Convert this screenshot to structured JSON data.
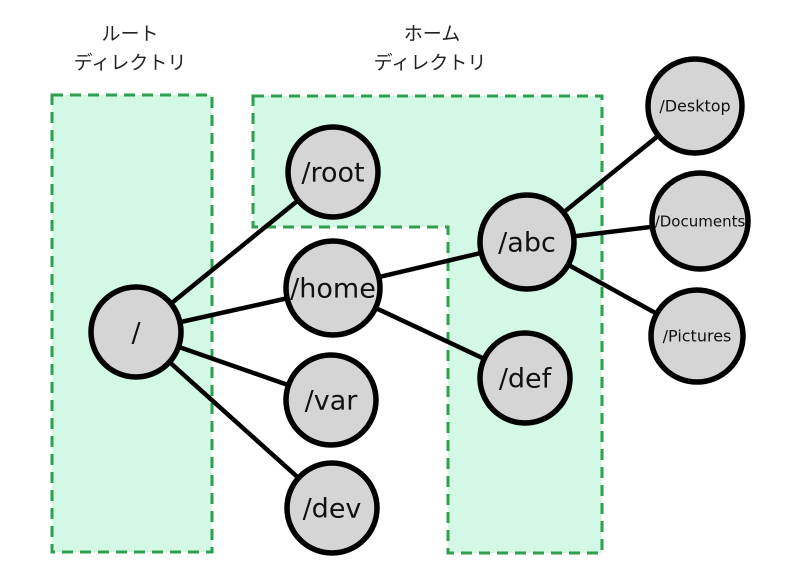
{
  "diagram": {
    "type": "filesystem-tree",
    "regions": [
      {
        "id": "root-directory",
        "label_line1": "ルート",
        "label_line2": "ディレクトリ"
      },
      {
        "id": "home-directory",
        "label_line1": "ホーム",
        "label_line2": "ディレクトリ"
      }
    ],
    "nodes": [
      {
        "id": "root",
        "label": "/"
      },
      {
        "id": "root-dir",
        "label": "/root"
      },
      {
        "id": "home",
        "label": "/home"
      },
      {
        "id": "var",
        "label": "/var"
      },
      {
        "id": "dev",
        "label": "/dev"
      },
      {
        "id": "abc",
        "label": "/abc"
      },
      {
        "id": "def",
        "label": "/def"
      },
      {
        "id": "desktop",
        "label": "/Desktop"
      },
      {
        "id": "documents",
        "label": "/Documents"
      },
      {
        "id": "pictures",
        "label": "/Pictures"
      }
    ],
    "edges": [
      {
        "from": "/",
        "to": "/root"
      },
      {
        "from": "/",
        "to": "/home"
      },
      {
        "from": "/",
        "to": "/var"
      },
      {
        "from": "/",
        "to": "/dev"
      },
      {
        "from": "/home",
        "to": "/abc"
      },
      {
        "from": "/home",
        "to": "/def"
      },
      {
        "from": "/abc",
        "to": "/Desktop"
      },
      {
        "from": "/abc",
        "to": "/Documents"
      },
      {
        "from": "/abc",
        "to": "/Pictures"
      }
    ],
    "colors": {
      "region_fill": "#d3f8e5",
      "region_border": "#2e9e4f",
      "node_fill": "#d5d5d5",
      "node_border": "#000000",
      "edge_color": "#000000",
      "background": "#ffffff"
    }
  }
}
